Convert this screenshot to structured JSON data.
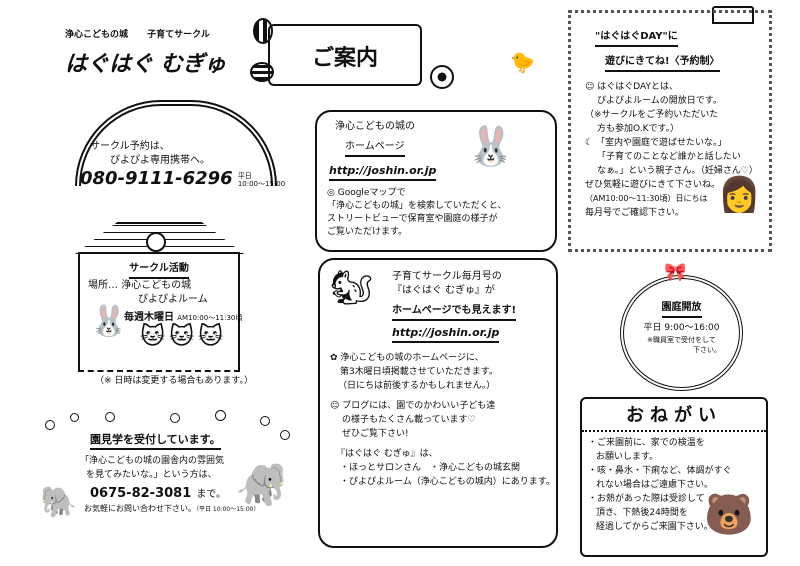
{
  "header": {
    "subtitle_org": "浄心こどもの城",
    "subtitle_circle": "子育てサークル",
    "title": "はぐはぐ むぎゅ",
    "banner": "ご案内"
  },
  "reservation": {
    "line1": "サークル予約は、",
    "line2": "ぴよぴよ専用携帯へ。",
    "phone": "080-9111-6296",
    "hours_label": "平日",
    "hours": "10:00〜15:00"
  },
  "activity": {
    "title": "サークル活動",
    "place_label": "場所…",
    "place1": "浄心こどもの城",
    "place2": "ぴよぴよルーム",
    "schedule": "毎週木曜日",
    "time": "AM10:00〜11:30頃",
    "note": "（※ 日時は変更する場合もあります。）"
  },
  "tour": {
    "title": "園見学を受付しています。",
    "line1": "「浄心こどもの城の園舎内の雰囲気",
    "line2": "を見てみたいな。」という方は、",
    "phone": "0675-82-3081",
    "phone_suffix": "まで。",
    "line3": "お気軽にお問い合わせ下さい。",
    "hours": "（平日 10:00〜15:00）"
  },
  "homepage": {
    "line1": "浄心こどもの城の",
    "line2": "ホームページ",
    "url": "http://joshin.or.jp",
    "g1": "Googleマップで",
    "g2": "「浄心こどもの城」を検索していただくと、",
    "g3": "ストリートビューで保育室や園庭の様子が",
    "g4": "ご覧いただけます。"
  },
  "monthly": {
    "l1": "子育てサークル毎月号の",
    "l2": "『はぐはぐ むぎゅ』が",
    "l3": "ホームページでも見えます!",
    "url": "http://joshin.or.jp",
    "p1a": "浄心こどもの城のホームページに、",
    "p1b": "第3木曜日頃掲載させていただきます。",
    "p1c": "（日にちは前後するかもしれません。）",
    "p2a": "ブログには、園でのかわいい子ども達",
    "p2b": "の様子もたくさん載っています♡",
    "p2c": "ぜひご覧下さい!",
    "p3a": "『はぐはぐ むぎゅ』は、",
    "p3b": "・ほっとサロンさん　・浄心こどもの城玄関",
    "p3c": "・ぴよぴよルーム（浄心こどもの城内）にあります。"
  },
  "day": {
    "title1": "\"はぐはぐDAY\"に",
    "title2": "遊びにきてね!〈予約制〉",
    "a1": "はぐはぐDAYとは、",
    "a2": "ぴよぴよルームの開放日です。",
    "a3": "（※サークルをご予約いただいた",
    "a4": "方も参加O.Kです。）",
    "b1": "「室内や園庭で遊ばせたいな。」",
    "b2": "「子育てのことなど誰かと話したい",
    "b3": "なぁ。」という親子さん。（妊婦さん♡）",
    "b4": "ぜひ気軽に遊びにきて下さいね。",
    "b5": "（AM10:00〜11:30頃）日にちは",
    "b6": "毎月号でご確認下さい。"
  },
  "garden": {
    "title": "園庭開放",
    "hours": "平日 9:00〜16:00",
    "note1": "※職員室で受付をして",
    "note2": "下さい。"
  },
  "request": {
    "title": "おねがい",
    "i1a": "・ご来園前に、家での検温を",
    "i1b": "お願いします。",
    "i2a": "・咳・鼻水・下痢など、体調がすぐ",
    "i2b": "れない場合はご遠慮下さい。",
    "i3a": "・お熱があった際は受診して",
    "i3b": "頂き、下熱後24時間を",
    "i3c": "経過してからご来園下さい。"
  }
}
